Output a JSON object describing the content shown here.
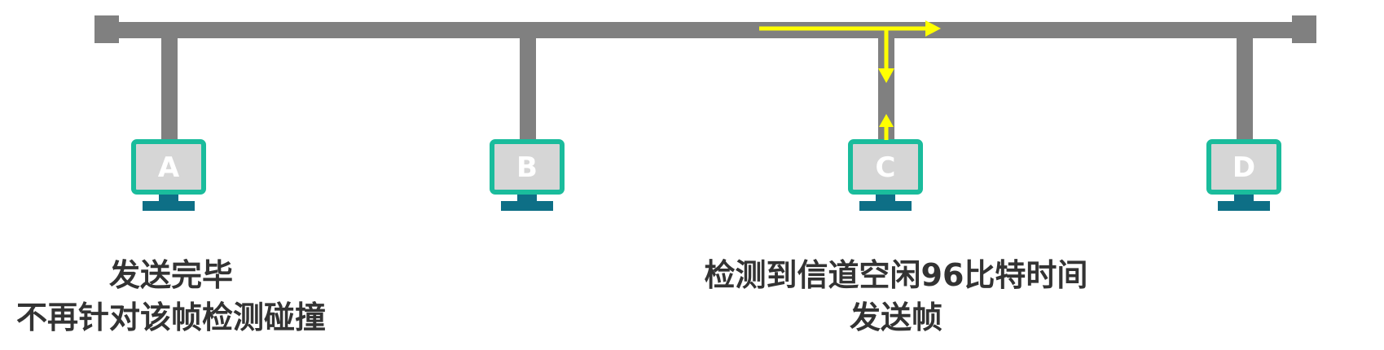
{
  "colors": {
    "bus": "#808080",
    "monitor_border": "#1abc9c",
    "monitor_screen": "#d6d6d6",
    "monitor_base": "#0e6f86",
    "signal_arrow": "#ffff00",
    "text": "#333333"
  },
  "stations": [
    {
      "label": "A"
    },
    {
      "label": "B"
    },
    {
      "label": "C"
    },
    {
      "label": "D"
    }
  ],
  "captions": {
    "a_line1": "发送完毕",
    "a_line2": "不再针对该帧检测碰撞",
    "c_line1": "检测到信道空闲96比特时间",
    "c_line2": "发送帧"
  },
  "icons": {
    "signal": "yellow-arrow-icon",
    "station": "computer-monitor-icon"
  }
}
